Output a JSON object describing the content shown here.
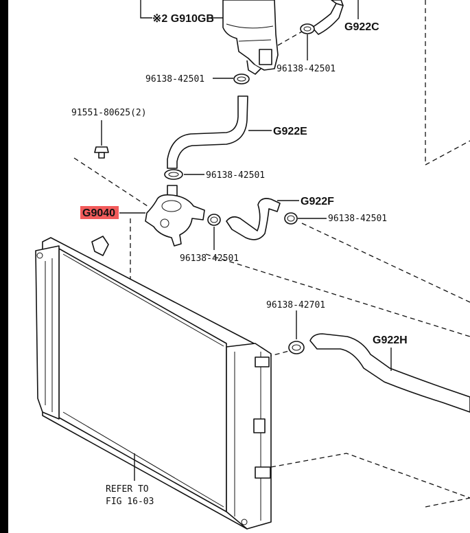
{
  "diagram": {
    "labels": {
      "g910gb": "※2 G910GB",
      "g922c": "G922C",
      "clamp_top_left": "96138-42501",
      "clamp_top_right": "96138-42501",
      "bolt": "91551-80625(2)",
      "g922e": "G922E",
      "clamp_mid": "96138-42501",
      "g9040": "G9040",
      "g922f": "G922F",
      "clamp_right": "96138-42501",
      "clamp_pump": "96138-42501",
      "clamp_lower": "96138-42701",
      "g922h": "G922H",
      "refer_line1": "REFER TO",
      "refer_line2": "FIG 16-03"
    },
    "colors": {
      "highlight": "#f25b5b",
      "ink": "#111111"
    }
  }
}
